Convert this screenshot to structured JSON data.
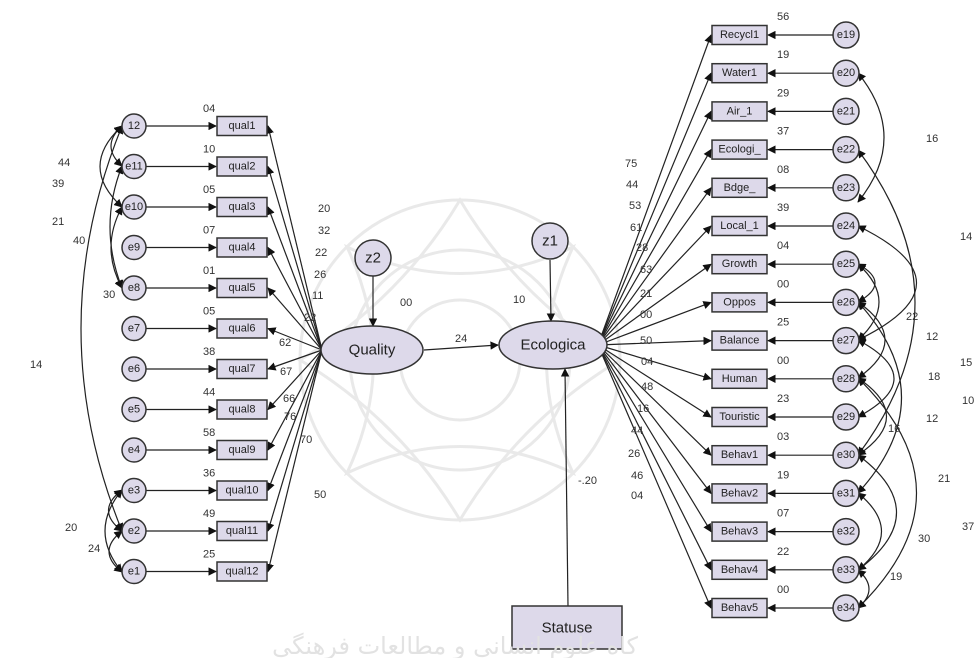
{
  "latent": {
    "quality": "Quality",
    "ecological": "Ecologica",
    "z1": "z1",
    "z2": "z2"
  },
  "observed_exogenous": "Statuse",
  "structural": {
    "quality_to_ecological": "24",
    "status_to_ecological": "-.20",
    "quality_variance": "00",
    "ecological_variance": "10"
  },
  "left_indicators": [
    {
      "name": "qual1",
      "error": "e12",
      "err_label": "12",
      "r2": "04",
      "load": "20"
    },
    {
      "name": "qual2",
      "error": "e11",
      "err_label": "e11",
      "r2": "10",
      "load": "32"
    },
    {
      "name": "qual3",
      "error": "e10",
      "err_label": "e10",
      "r2": "05",
      "load": "22"
    },
    {
      "name": "qual4",
      "error": "e9",
      "err_label": "e9",
      "r2": "07",
      "load": "26"
    },
    {
      "name": "qual5",
      "error": "e8",
      "err_label": "e8",
      "r2": "01",
      "load": "11"
    },
    {
      "name": "qual6",
      "error": "e7",
      "err_label": "e7",
      "r2": "05",
      "load": "22"
    },
    {
      "name": "qual7",
      "error": "e6",
      "err_label": "e6",
      "r2": "38",
      "load": "62"
    },
    {
      "name": "qual8",
      "error": "e5",
      "err_label": "e5",
      "r2": "44",
      "load": "67"
    },
    {
      "name": "qual9",
      "error": "e4",
      "err_label": "e4",
      "r2": "58",
      "load": "66"
    },
    {
      "name": "qual10",
      "error": "e3",
      "err_label": "e3",
      "r2": "36",
      "load": "76"
    },
    {
      "name": "qual11",
      "error": "e2",
      "err_label": "e2",
      "r2": "49",
      "load": "70"
    },
    {
      "name": "qual12",
      "error": "e1",
      "err_label": "e1",
      "r2": "25",
      "load": "50"
    }
  ],
  "left_covariances": [
    "44",
    "39",
    "21",
    "40",
    "30",
    "14",
    "20",
    "24"
  ],
  "right_indicators": [
    {
      "name": "Recycl1",
      "error": "e19",
      "err_label": "e19",
      "r2": "56",
      "load": "75"
    },
    {
      "name": "Water1",
      "error": "e20",
      "err_label": "e20",
      "r2": "19",
      "load": "44"
    },
    {
      "name": "Air_1",
      "error": "e21",
      "err_label": "e21",
      "r2": "29",
      "load": "53"
    },
    {
      "name": "Ecologi_",
      "error": "e22",
      "err_label": "e22",
      "r2": "37",
      "load": "61"
    },
    {
      "name": "Bdge_",
      "error": "e23",
      "err_label": "e23",
      "r2": "08",
      "load": "28"
    },
    {
      "name": "Local_1",
      "error": "e24",
      "err_label": "e24",
      "r2": "39",
      "load": "63"
    },
    {
      "name": "Growth",
      "error": "e25",
      "err_label": "e25",
      "r2": "04",
      "load": "21"
    },
    {
      "name": "Oppos",
      "error": "e26",
      "err_label": "e26",
      "r2": "00",
      "load": "00"
    },
    {
      "name": "Balance",
      "error": "e27",
      "err_label": "e27",
      "r2": "25",
      "load": "50"
    },
    {
      "name": "Human",
      "error": "e28",
      "err_label": "e28",
      "r2": "00",
      "load": "04"
    },
    {
      "name": "Touristic",
      "error": "e29",
      "err_label": "e29",
      "r2": "23",
      "load": "48"
    },
    {
      "name": "Behav1",
      "error": "e30",
      "err_label": "e30",
      "r2": "03",
      "load": "16"
    },
    {
      "name": "Behav2",
      "error": "e31",
      "err_label": "e31",
      "r2": "19",
      "load": "44"
    },
    {
      "name": "Behav3",
      "error": "e32",
      "err_label": "e32",
      "r2": "07",
      "load": "26"
    },
    {
      "name": "Behav4",
      "error": "e33",
      "err_label": "e33",
      "r2": "22",
      "load": "46"
    },
    {
      "name": "Behav5",
      "error": "e34",
      "err_label": "e34",
      "r2": "00",
      "load": "04"
    }
  ],
  "right_covariances": [
    "16",
    "14",
    "22",
    "12",
    "18",
    "15",
    "12",
    "16",
    "10",
    "21",
    "30",
    "19",
    "37"
  ],
  "watermark_text": "کاه علوم انسانی و مطالعات فرهنگی"
}
